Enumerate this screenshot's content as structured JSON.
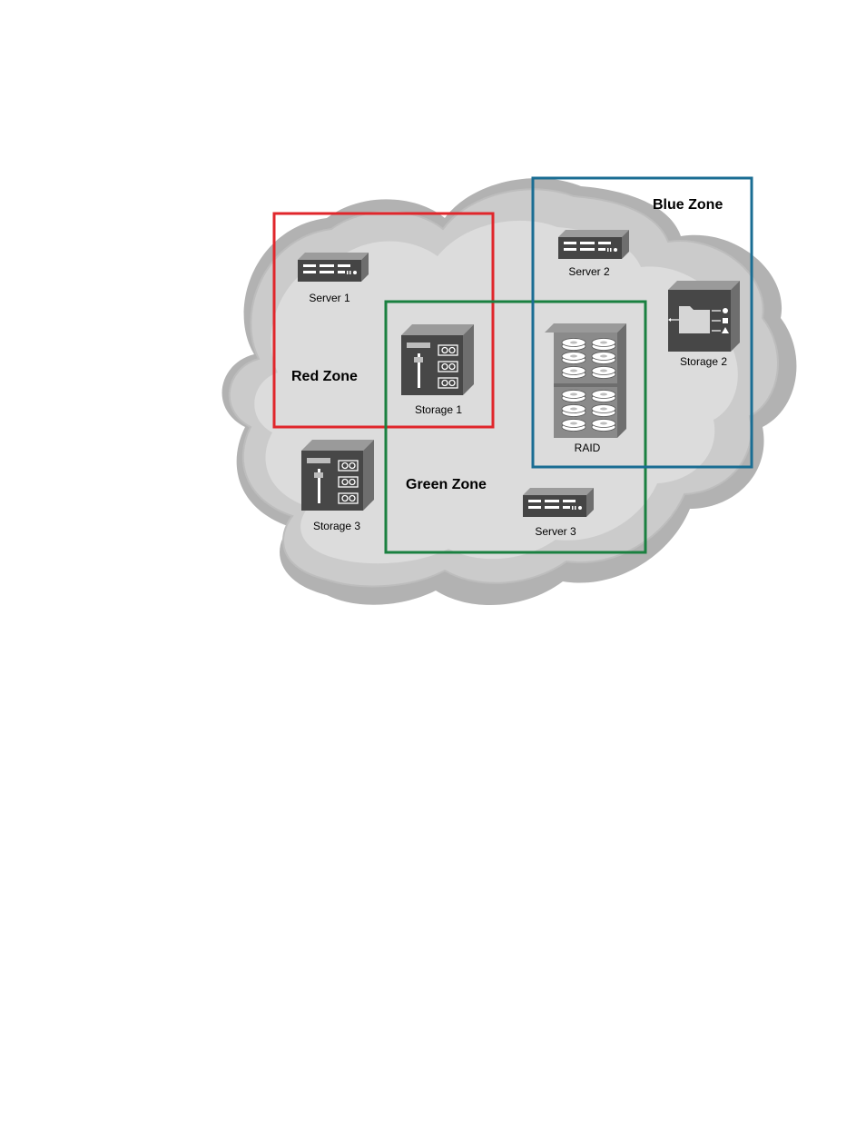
{
  "zones": {
    "red": {
      "title": "Red Zone",
      "color": "#e0262b"
    },
    "blue": {
      "title": "Blue Zone",
      "color": "#1a6d93"
    },
    "green": {
      "title": "Green Zone",
      "color": "#1a8040"
    }
  },
  "devices": {
    "server1": {
      "label": "Server 1",
      "icon": "server-icon"
    },
    "server2": {
      "label": "Server 2",
      "icon": "server-icon"
    },
    "server3": {
      "label": "Server 3",
      "icon": "server-icon"
    },
    "storage1": {
      "label": "Storage 1",
      "icon": "storage-icon"
    },
    "storage2": {
      "label": "Storage 2",
      "icon": "storage-folder-icon"
    },
    "storage3": {
      "label": "Storage 3",
      "icon": "storage-icon"
    },
    "raid": {
      "label": "RAID",
      "icon": "raid-icon"
    }
  },
  "colors": {
    "cloud_fill": "#c8c8c8",
    "cloud_shadow": "#b2b2b2",
    "device_body": "#4a4a4a"
  }
}
